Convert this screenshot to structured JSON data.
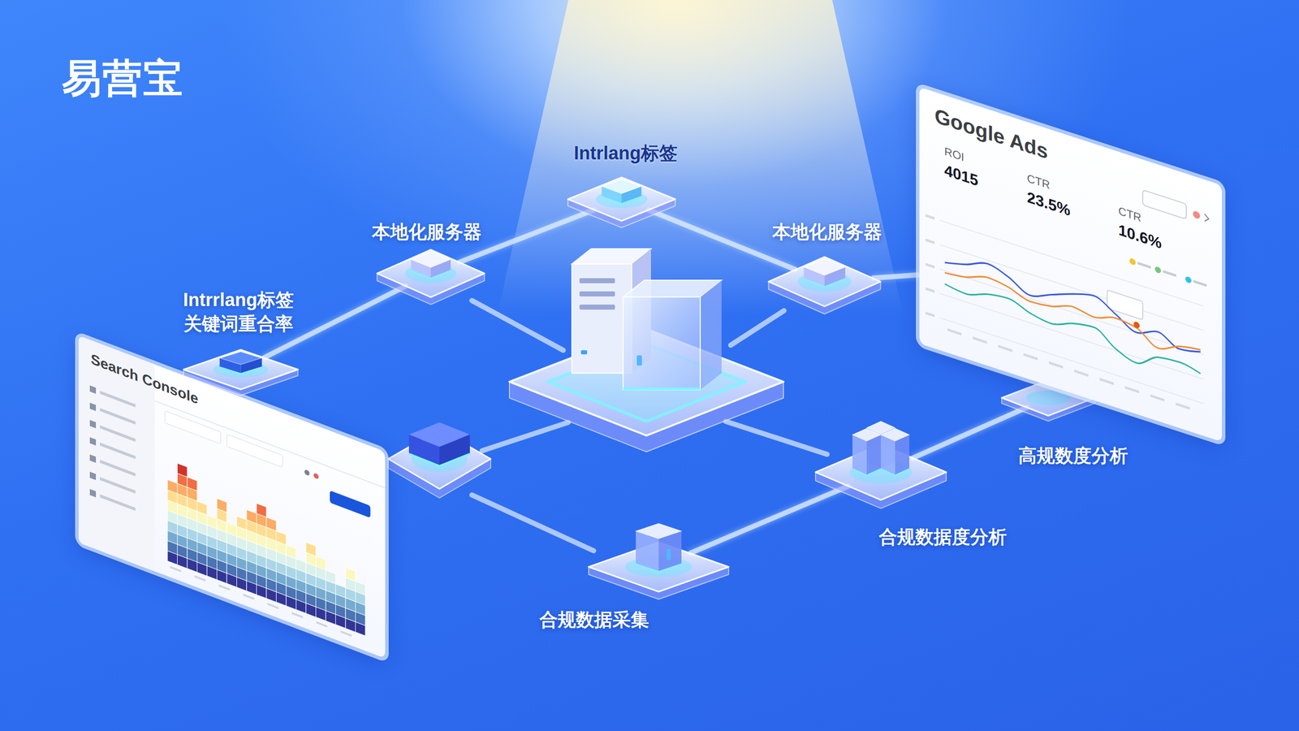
{
  "diagram": {
    "title": "易营宝",
    "nodes": [
      {
        "text": [
          "Intrlang标签"
        ]
      },
      {
        "text": [
          "本地化服务器"
        ]
      },
      {
        "text": [
          "本地化服务器"
        ]
      },
      {
        "text": [
          "Google Ads"
        ]
      },
      {
        "text": [
          "Intrrlang标签",
          "关键词重合率"
        ]
      },
      {
        "text": [
          "Search Console"
        ]
      },
      {
        "text": [
          "高规数度分析"
        ]
      },
      {
        "text": [
          "合规数据度分析"
        ]
      },
      {
        "text": [
          "合规数据采集"
        ]
      }
    ],
    "edges": [
      {
        "from": 0,
        "to": 1,
        "arrow": "none"
      },
      {
        "from": 0,
        "to": 2,
        "arrow": "none"
      },
      {
        "from": 1,
        "to": 4,
        "arrow": "none"
      },
      {
        "from": 2,
        "to": 3,
        "arrow": "none"
      },
      {
        "from": 7,
        "to": 6,
        "arrow": "none"
      },
      {
        "from": 8,
        "to": 7,
        "arrow": "none"
      }
    ],
    "labels": [
      "ROI",
      "4015",
      "CTR",
      "23.5%",
      "CTR",
      "10.6%"
    ]
  }
}
